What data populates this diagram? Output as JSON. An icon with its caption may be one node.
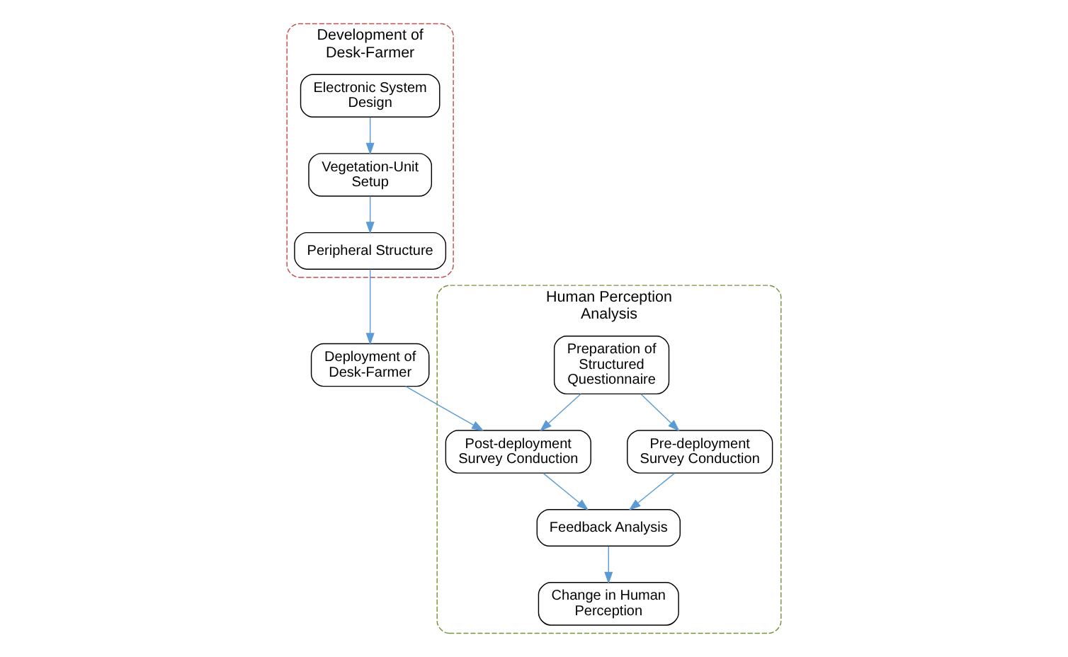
{
  "diagram": {
    "nodes": [
      {
        "text": [
          "Development of Desk-Farmer"
        ]
      },
      {
        "text": [
          "Electronic System Design"
        ],
        "in": 0
      },
      {
        "text": [
          "Vegetation-Unit Setup"
        ],
        "in": 0
      },
      {
        "text": [
          "Peripheral Structure"
        ],
        "in": 0
      },
      {
        "text": [
          "Deployment of Desk-Farmer"
        ]
      },
      {
        "text": [
          "Human Perception Analysis"
        ]
      },
      {
        "text": [
          "Preparation of Structured Questionnaire"
        ],
        "in": 5
      },
      {
        "text": [
          "Pre-deployment Survey Conduction"
        ],
        "in": 5
      },
      {
        "text": [
          "Post-deployment Survey Conduction"
        ],
        "in": 5
      },
      {
        "text": [
          "Feedback Analysis"
        ],
        "in": 5
      },
      {
        "text": [
          "Change in Human Perception"
        ],
        "in": 5
      }
    ],
    "edges": [
      {
        "from": 1,
        "to": 2,
        "arrow": "to"
      },
      {
        "from": 2,
        "to": 3,
        "arrow": "to"
      },
      {
        "from": 3,
        "to": 4,
        "arrow": "to"
      },
      {
        "from": 6,
        "to": 7,
        "arrow": "to"
      },
      {
        "from": 6,
        "to": 8,
        "arrow": "to"
      },
      {
        "from": 4,
        "to": 8,
        "arrow": "to"
      },
      {
        "from": 7,
        "to": 9,
        "arrow": "to"
      },
      {
        "from": 8,
        "to": 9,
        "arrow": "to"
      },
      {
        "from": 9,
        "to": 10,
        "arrow": "to"
      }
    ]
  }
}
